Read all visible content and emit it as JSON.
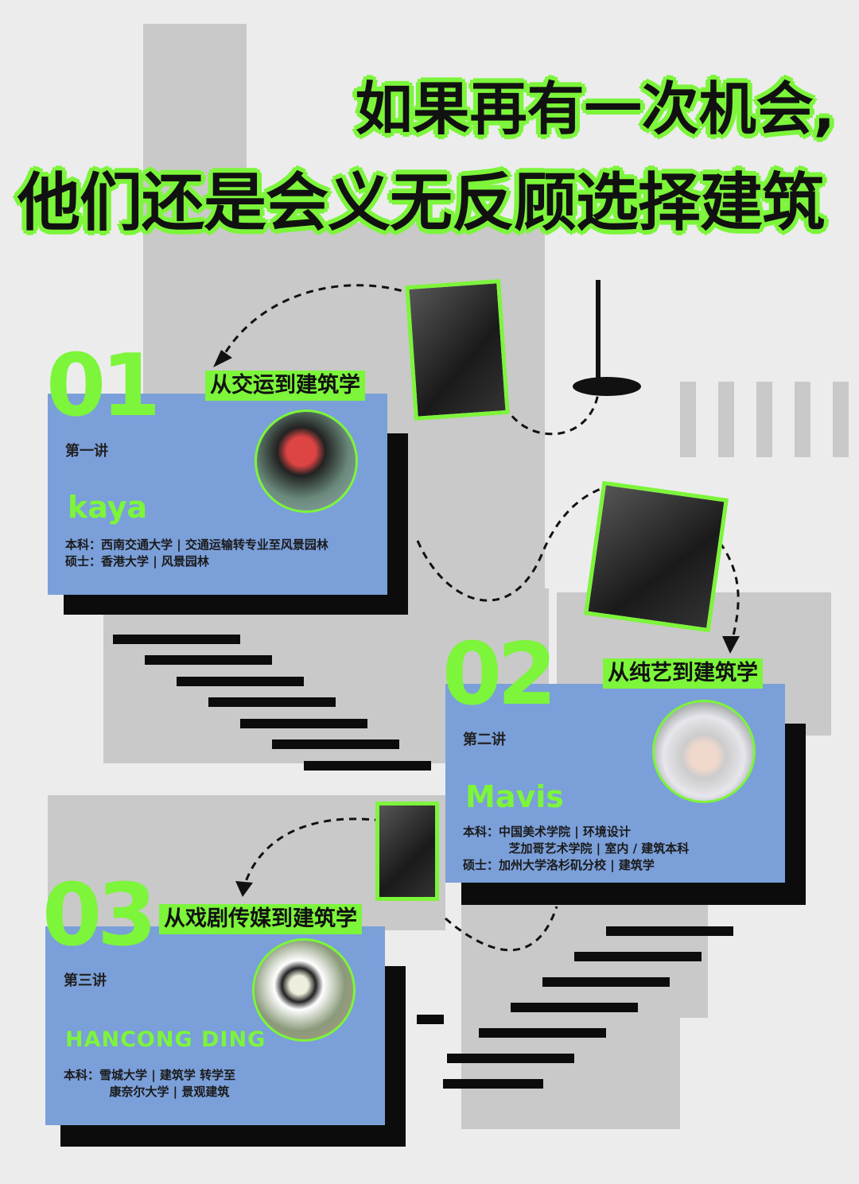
{
  "title": {
    "line1": "如果再有一次机会,",
    "line2": "他们还是会义无反顾选择建筑"
  },
  "colors": {
    "accent": "#7cf53a",
    "card": "#7b9fd9",
    "background": "#ececec"
  },
  "lectures": [
    {
      "number": "01",
      "tag": "从交运到建筑学",
      "lecture": "第一讲",
      "name": "kaya",
      "edu": "本科：西南交通大学 | 交通运输转专业至风景园林\n硕士：香港大学 | 风景园林"
    },
    {
      "number": "02",
      "tag": "从纯艺到建筑学",
      "lecture": "第二讲",
      "name": "Mavis",
      "edu": "本科：中国美术学院 | 环境设计\n           芝加哥艺术学院 | 室内 / 建筑本科\n硕士：加州大学洛杉矶分校 | 建筑学"
    },
    {
      "number": "03",
      "tag": "从戏剧传媒到建筑学",
      "lecture": "第三讲",
      "name": "HANCONG DING",
      "edu": "本科：雪城大学 | 建筑学 转学至\n           康奈尔大学 | 景观建筑"
    }
  ]
}
